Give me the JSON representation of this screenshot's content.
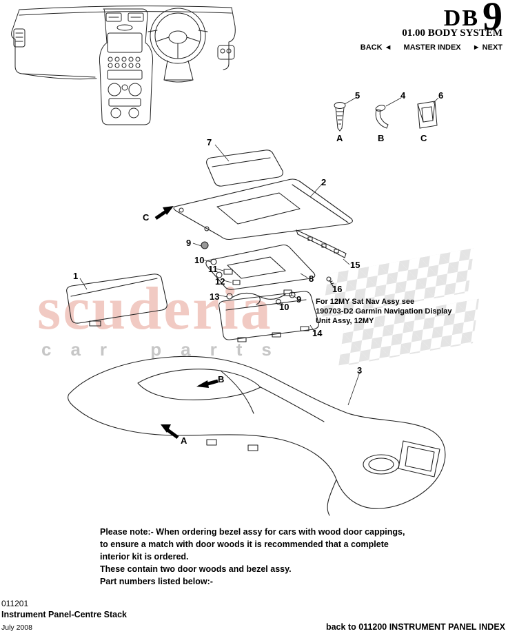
{
  "header": {
    "logo_db": "DB",
    "logo_9": "9",
    "system_title": "01.00 BODY SYSTEM",
    "nav": {
      "back": "BACK ◄",
      "master_index": "MASTER INDEX",
      "next": "► NEXT"
    }
  },
  "fasteners": {
    "a": {
      "number": "5",
      "letter": "A"
    },
    "b": {
      "number": "4",
      "letter": "B"
    },
    "c": {
      "number": "6",
      "letter": "C"
    }
  },
  "diagram": {
    "callouts": [
      "7",
      "2",
      "9",
      "10",
      "11",
      "15",
      "12",
      "8",
      "16",
      "13",
      "9",
      "10",
      "14",
      "1",
      "3"
    ],
    "direction_labels": {
      "a": "A",
      "b": "B",
      "c": "C"
    },
    "annotation": {
      "line1": "For 12MY Sat Nav Assy see",
      "line2": "190703-D2 Garmin Navigation Display",
      "line3": "Unit Assy, 12MY"
    }
  },
  "watermark": {
    "brand": "scuderia",
    "sub": "car parts"
  },
  "colors": {
    "ink": "#1a1a1a",
    "watermark_brand": "#d96a55",
    "watermark_sub": "#b9b9b9"
  },
  "note": {
    "line1": "Please note:- When ordering bezel assy for cars with wood door cappings,",
    "line2": "to ensure a match with door woods it is recommended that a complete",
    "line3": "interior kit is ordered.",
    "line4": "These contain two door woods and bezel assy.",
    "line5": "Part numbers listed below:-"
  },
  "footer": {
    "doc_number": "011201",
    "doc_title": "Instrument Panel-Centre Stack",
    "doc_date": "July 2008",
    "back_link": "back to 011200 INSTRUMENT PANEL INDEX"
  }
}
